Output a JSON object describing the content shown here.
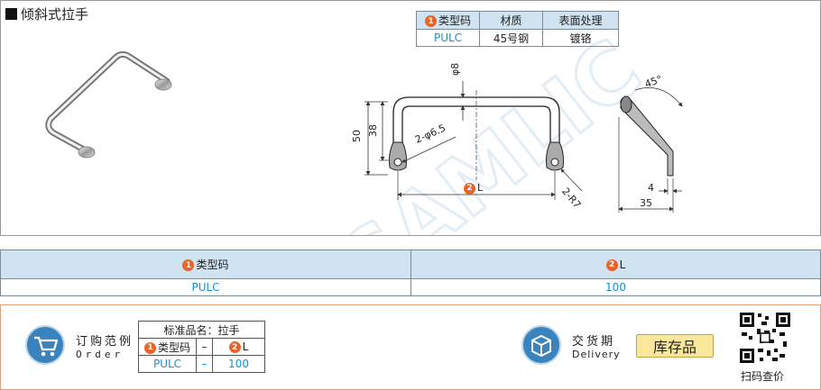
{
  "title": "倾斜式拉手",
  "spec_table": {
    "headers": {
      "type_code_num": "1",
      "type_code": "类型码",
      "material": "材质",
      "surface": "表面处理"
    },
    "row": {
      "type_code": "PULC",
      "material": "45号钢",
      "surface": "镀铬"
    }
  },
  "drawing": {
    "dim_phi8": "φ8",
    "dim_38": "38",
    "dim_50": "50",
    "dim_hole": "2-φ6.5",
    "dim_L_num": "2",
    "dim_L": "L",
    "dim_R7": "2-R7",
    "dim_45": "45°",
    "dim_4": "4",
    "dim_35": "35"
  },
  "main_table": {
    "col1_num": "1",
    "col1": "类型码",
    "col2_num": "2",
    "col2": "L",
    "row": {
      "type_code": "PULC",
      "L": "100"
    }
  },
  "order": {
    "label_cn": "订购范例",
    "label_en": "Order",
    "std_name": "标准品名：拉手",
    "type_code_num": "1",
    "type_code": "类型码",
    "dash": "–",
    "L_num": "2",
    "L": "L",
    "value_code": "PULC",
    "value_L": "100"
  },
  "delivery": {
    "label_cn": "交货期",
    "label_en": "Delivery",
    "stock": "库存品"
  },
  "qr": {
    "label": "扫码查价"
  },
  "colors": {
    "accent": "#1a8fc9",
    "header_bg": "#cfe3f0",
    "badge": "#e8642b",
    "icon_blue": "#3b83bd",
    "stock_bg": "#f9e79b"
  }
}
